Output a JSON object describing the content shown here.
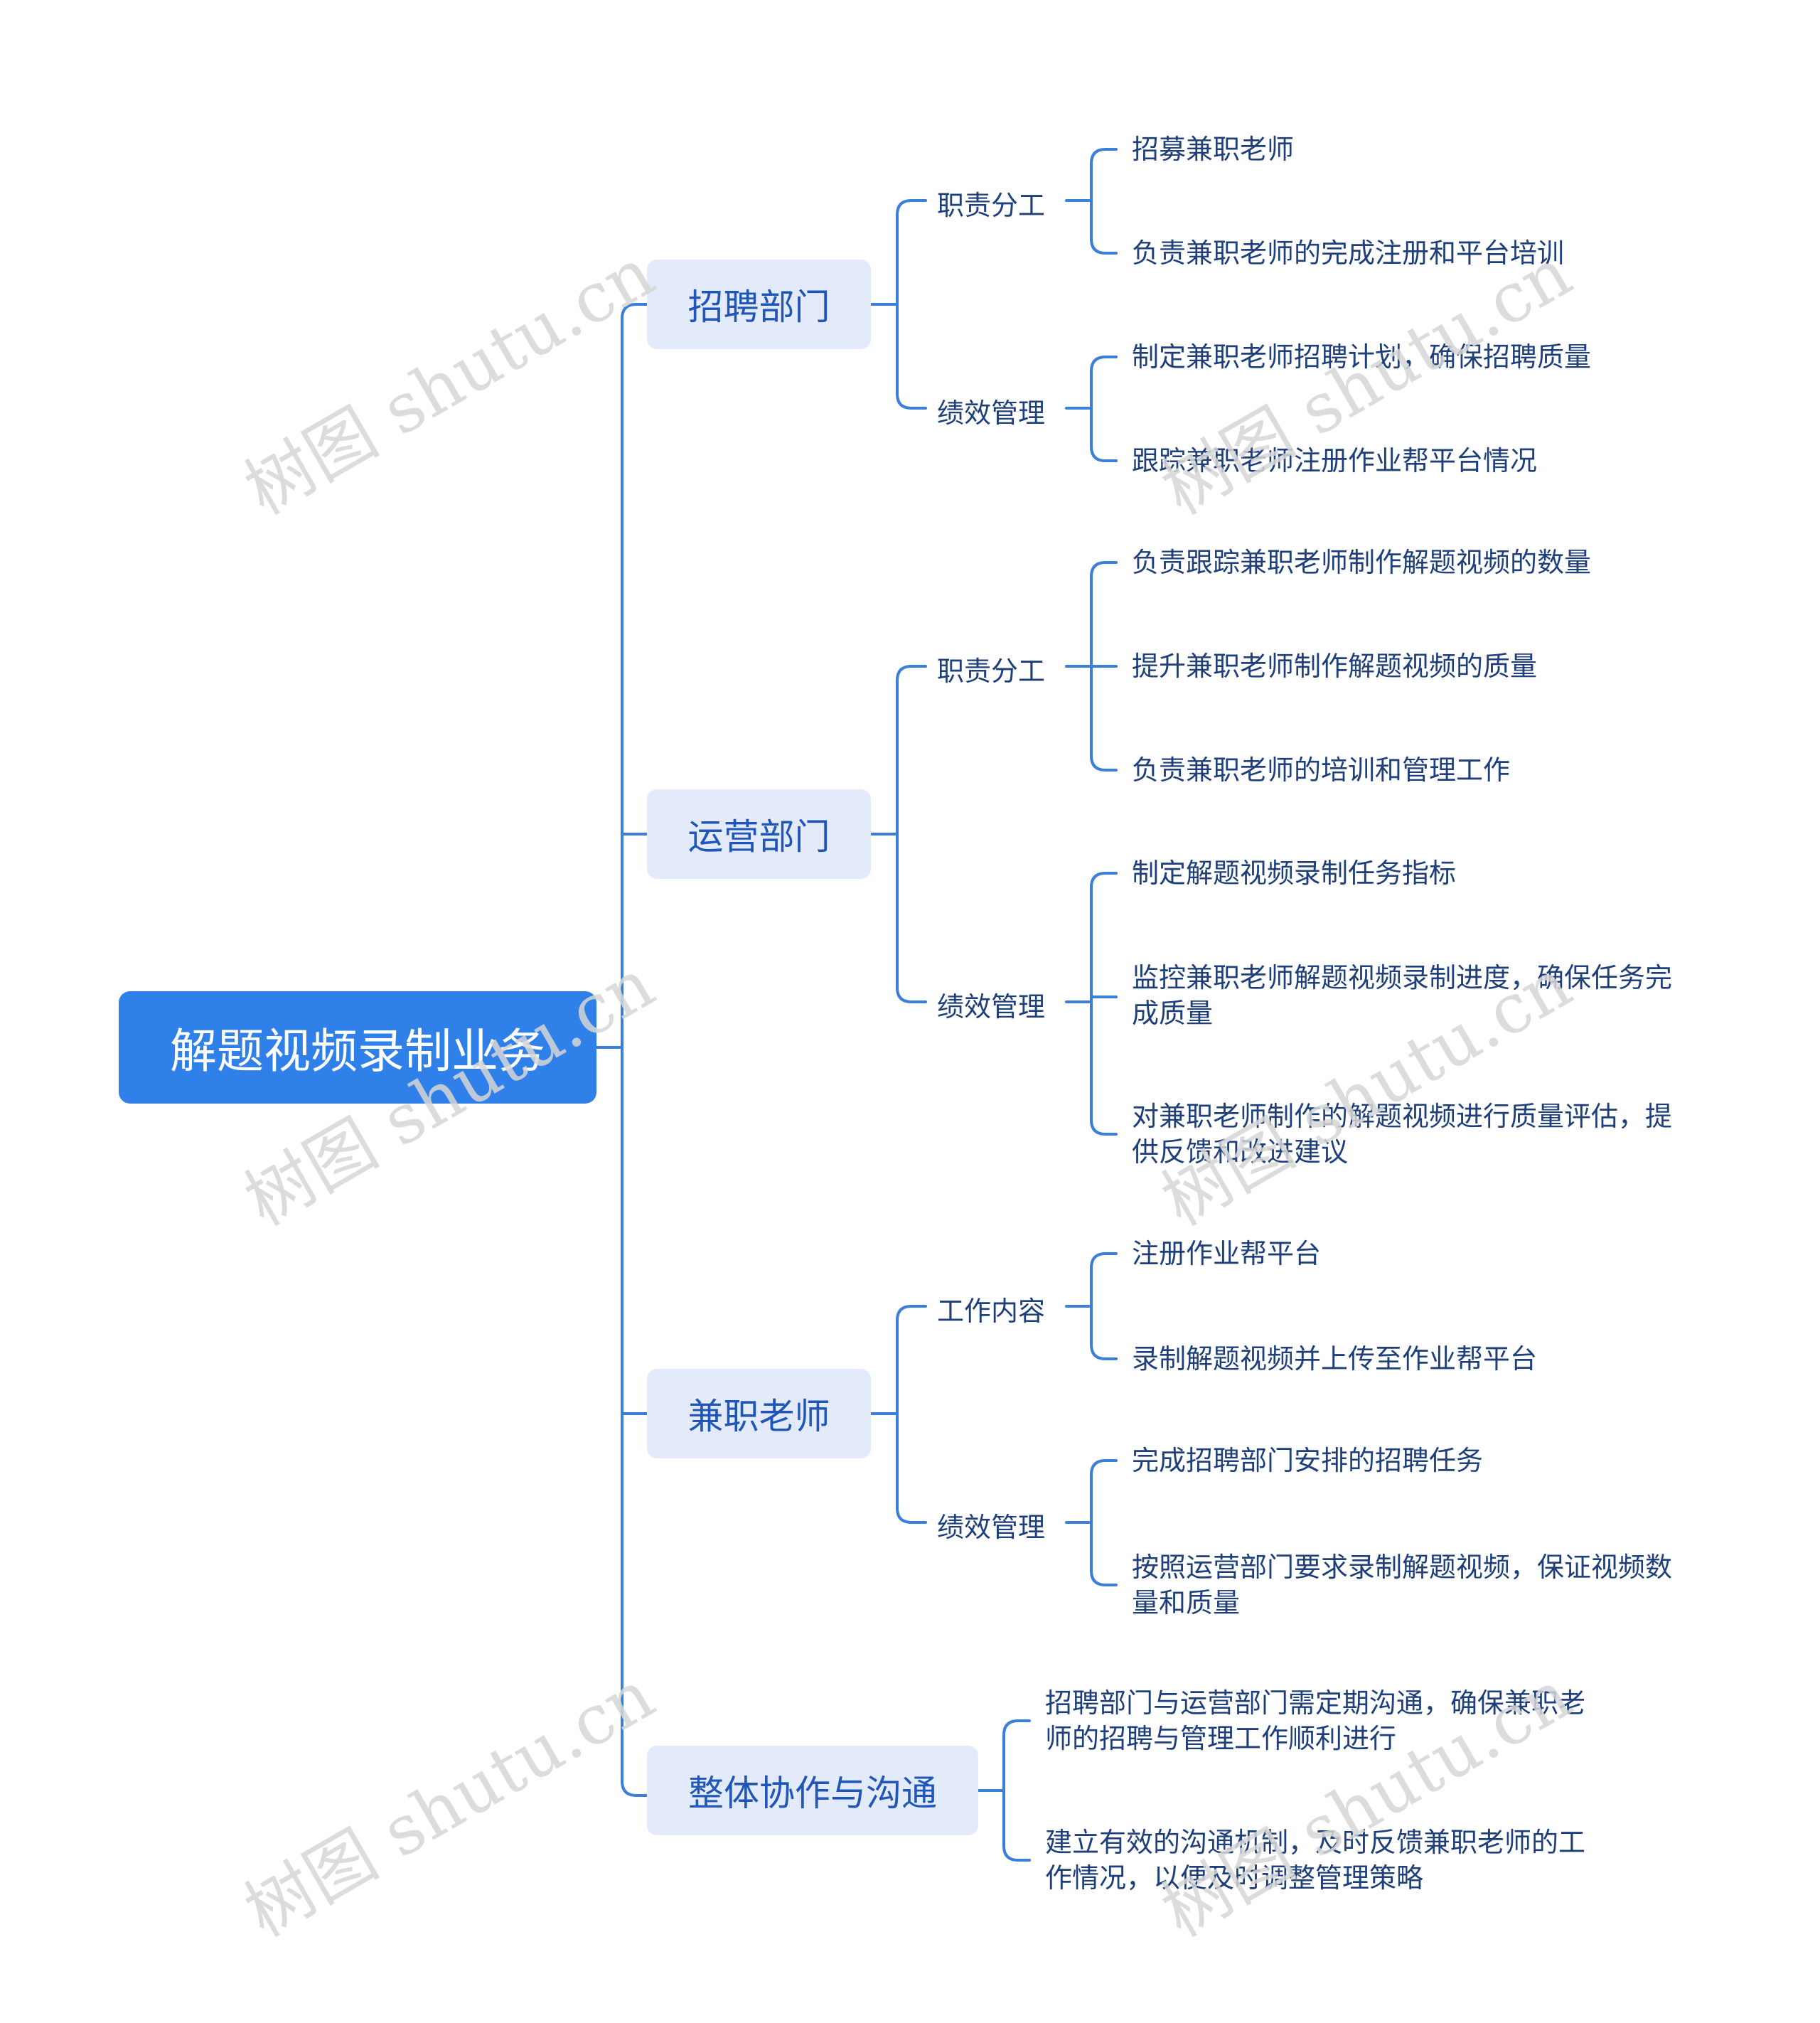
{
  "root": "解题视频录制业务",
  "watermark": "树图 shutu.cn",
  "branches": [
    {
      "label": "招聘部门",
      "groups": [
        {
          "label": "职责分工",
          "items": [
            "招募兼职老师",
            "负责兼职老师的完成注册和平台培训"
          ]
        },
        {
          "label": "绩效管理",
          "items": [
            "制定兼职老师招聘计划，确保招聘质量",
            "跟踪兼职老师注册作业帮平台情况"
          ]
        }
      ]
    },
    {
      "label": "运营部门",
      "groups": [
        {
          "label": "职责分工",
          "items": [
            "负责跟踪兼职老师制作解题视频的数量",
            "提升兼职老师制作解题视频的质量",
            "负责兼职老师的培训和管理工作"
          ]
        },
        {
          "label": "绩效管理",
          "items": [
            "制定解题视频录制任务指标",
            "监控兼职老师解题视频录制进度，确保任务完成质量",
            "对兼职老师制作的解题视频进行质量评估，提供反馈和改进建议"
          ]
        }
      ]
    },
    {
      "label": "兼职老师",
      "groups": [
        {
          "label": "工作内容",
          "items": [
            "注册作业帮平台",
            "录制解题视频并上传至作业帮平台"
          ]
        },
        {
          "label": "绩效管理",
          "items": [
            "完成招聘部门安排的招聘任务",
            "按照运营部门要求录制解题视频，保证视频数量和质量"
          ]
        }
      ]
    },
    {
      "label": "整体协作与沟通",
      "items": [
        "招聘部门与运营部门需定期沟通，确保兼职老师的招聘与管理工作顺利进行",
        "建立有效的沟通机制，及时反馈兼职老师的工作情况，以便及时调整管理策略"
      ]
    }
  ]
}
